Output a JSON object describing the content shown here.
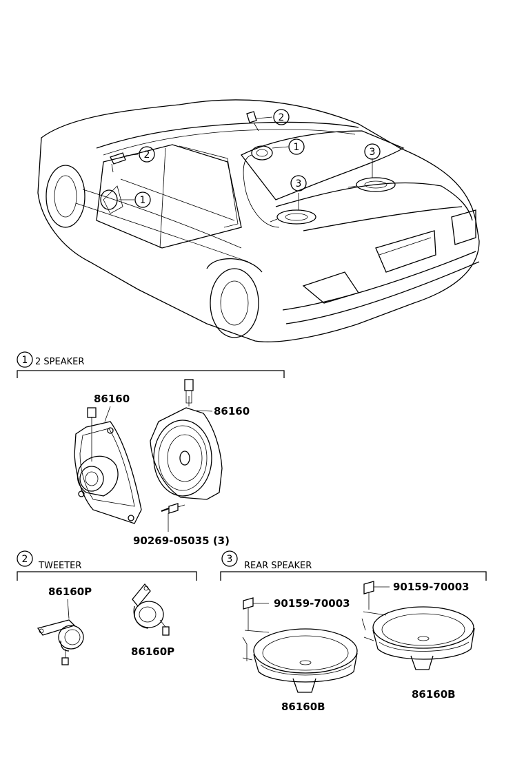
{
  "callouts": {
    "c1": "1",
    "c2": "2",
    "c3": "3"
  },
  "sections": {
    "s1": {
      "num": "1",
      "title": "2 SPEAKER"
    },
    "s2": {
      "num": "2",
      "title": "TWEETER"
    },
    "s3": {
      "num": "3",
      "title": "REAR SPEAKER"
    }
  },
  "parts": {
    "speaker_left": "86160",
    "speaker_right": "86160",
    "screw_1": "90269-05035 (3)",
    "tweeter_left": "86160P",
    "tweeter_right": "86160P",
    "rear_screw_left": "90159-70003",
    "rear_screw_right": "90159-70003",
    "rear_left": "86160B",
    "rear_right": "86160B"
  }
}
